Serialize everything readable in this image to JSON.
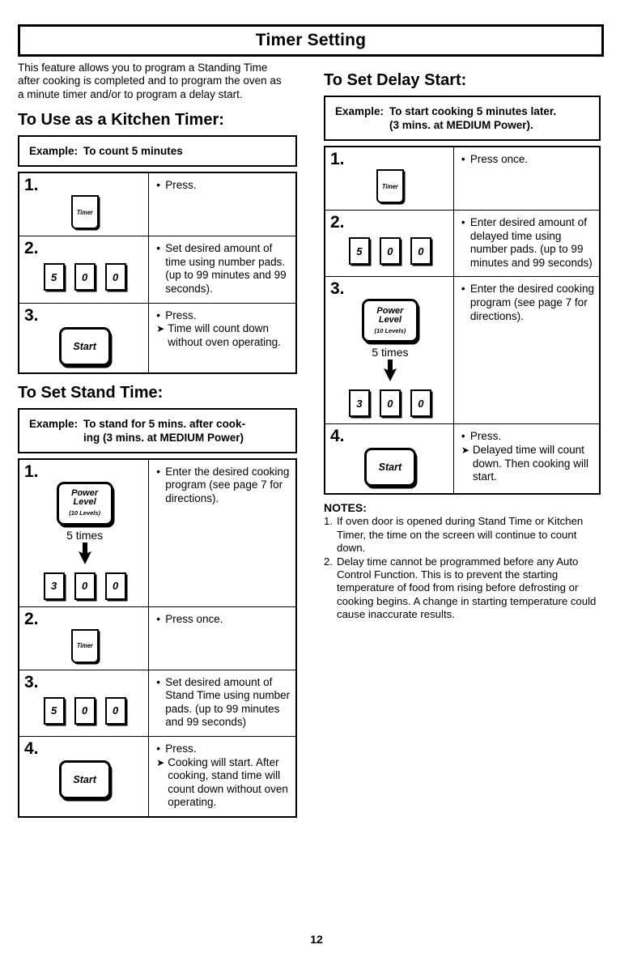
{
  "document": {
    "title": "Timer Setting",
    "page_number": "12",
    "intro": "This feature allows you to program a Standing Time after cooking is completed and to program the oven as a minute timer and/or to program a delay start."
  },
  "keys": {
    "timer_label": "Timer",
    "start_label": "Start",
    "power_line1": "Power",
    "power_line2": "Level",
    "power_line3": "(10 Levels)",
    "times_label": "5 times",
    "example_label": "Example:"
  },
  "sections": [
    {
      "heading": "To Use as a Kitchen Timer:",
      "example": [
        "To count 5 minutes"
      ],
      "steps": [
        {
          "num": "1.",
          "keys": [
            {
              "type": "timer"
            }
          ],
          "lines": [
            {
              "marker": "bullet",
              "text": "Press."
            }
          ]
        },
        {
          "num": "2.",
          "keys": [
            {
              "type": "numpad",
              "digits": [
                "5",
                "0",
                "0"
              ]
            }
          ],
          "lines": [
            {
              "marker": "bullet",
              "text": "Set desired amount of time using number pads. (up to 99 minutes and 99 seconds)."
            }
          ]
        },
        {
          "num": "3.",
          "keys": [
            {
              "type": "start"
            }
          ],
          "lines": [
            {
              "marker": "bullet",
              "text": "Press."
            },
            {
              "marker": "arrow",
              "text": "Time will count down without oven operating."
            }
          ]
        }
      ]
    },
    {
      "heading": "To Set Stand Time:",
      "example": [
        "To stand for 5 mins. after cook-",
        "ing (3 mins. at MEDIUM Power)"
      ],
      "steps": [
        {
          "num": "1.",
          "keys": [
            {
              "type": "power-sequence",
              "digits": [
                "3",
                "0",
                "0"
              ]
            }
          ],
          "lines": [
            {
              "marker": "bullet",
              "text": "Enter the desired cooking program (see page 7 for directions)."
            }
          ]
        },
        {
          "num": "2.",
          "keys": [
            {
              "type": "timer"
            }
          ],
          "lines": [
            {
              "marker": "bullet",
              "text": "Press once."
            }
          ]
        },
        {
          "num": "3.",
          "keys": [
            {
              "type": "numpad",
              "digits": [
                "5",
                "0",
                "0"
              ]
            }
          ],
          "lines": [
            {
              "marker": "bullet",
              "text": "Set desired amount of Stand Time using number pads. (up to 99 minutes and 99 seconds)"
            }
          ]
        },
        {
          "num": "4.",
          "keys": [
            {
              "type": "start"
            }
          ],
          "lines": [
            {
              "marker": "bullet",
              "text": "Press."
            },
            {
              "marker": "arrow",
              "text": "Cooking will start. After cooking, stand time will count down without oven operating."
            }
          ]
        }
      ]
    },
    {
      "heading": "To Set Delay Start:",
      "example": [
        "To start cooking 5 minutes later.",
        "(3 mins. at MEDIUM Power)."
      ],
      "steps": [
        {
          "num": "1.",
          "keys": [
            {
              "type": "timer"
            }
          ],
          "lines": [
            {
              "marker": "bullet",
              "text": "Press once."
            }
          ]
        },
        {
          "num": "2.",
          "keys": [
            {
              "type": "numpad",
              "digits": [
                "5",
                "0",
                "0"
              ]
            }
          ],
          "lines": [
            {
              "marker": "bullet",
              "text": "Enter desired amount of delayed time using number pads. (up to 99 minutes and 99 seconds)"
            }
          ]
        },
        {
          "num": "3.",
          "keys": [
            {
              "type": "power-sequence",
              "digits": [
                "3",
                "0",
                "0"
              ]
            }
          ],
          "lines": [
            {
              "marker": "bullet",
              "text": "Enter the desired cooking program (see page 7 for directions)."
            }
          ]
        },
        {
          "num": "4.",
          "keys": [
            {
              "type": "start"
            }
          ],
          "lines": [
            {
              "marker": "bullet",
              "text": "Press."
            },
            {
              "marker": "arrow",
              "text": "Delayed time will count down.  Then cooking will start."
            }
          ]
        }
      ]
    }
  ],
  "notes": {
    "header": "NOTES:",
    "items": [
      {
        "num": "1.",
        "text": "If oven door is opened during Stand Time or Kitchen Timer, the time on the screen will continue to count down."
      },
      {
        "num": "2.",
        "text": "Delay time cannot be programmed before any Auto Control Function. This is to prevent the starting temperature of food from rising before defrosting or cooking begins. A change in starting temperature could cause inaccurate results."
      }
    ]
  }
}
